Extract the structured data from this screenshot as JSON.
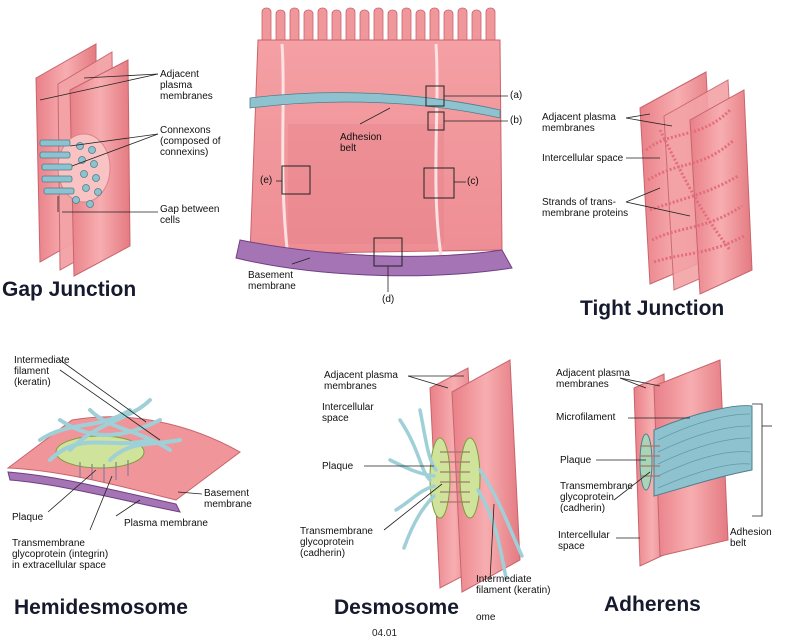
{
  "colors": {
    "membrane": "#f0969a",
    "membrane_dark": "#c9646c",
    "protein": "#8fc2cf",
    "plaque": "#cfe39a",
    "basement": "#a474b4",
    "title": "#151a2c"
  },
  "titles": {
    "gap": "Gap Junction",
    "tight": "Tight Junction",
    "hemi": "Hemidesmosome",
    "desmo": "Desmosome",
    "adherens": "Adherens"
  },
  "figure_number": "04.01",
  "gap_junction": {
    "adjacent_membranes": "Adjacent\nplasma\nmembranes",
    "connexons": "Connexons\n(composed of\nconnexins)",
    "gap": "Gap between\ncells"
  },
  "cell": {
    "adhesion_belt": "Adhesion\nbelt",
    "basement_membrane": "Basement\nmembrane",
    "ref_a": "(a)",
    "ref_b": "(b)",
    "ref_c": "(c)",
    "ref_d": "(d)",
    "ref_e": "(e)"
  },
  "tight_junction": {
    "adjacent_membranes": "Adjacent plasma\nmembranes",
    "intercellular_space": "Intercellular space",
    "strands": "Strands of trans-\nmembrane proteins"
  },
  "hemidesmosome": {
    "intermediate_filament": "Intermediate\nfilament\n(keratin)",
    "basement_membrane": "Basement\nmembrane",
    "plaque": "Plaque",
    "plasma_membrane": "Plasma membrane",
    "transmembrane": "Transmembrane\nglycoprotein (integrin)\nin extracellular space"
  },
  "desmosome": {
    "adjacent_membranes": "Adjacent plasma\nmembranes",
    "intercellular_space": "Intercellular\nspace",
    "plaque": "Plaque",
    "transmembrane": "Transmembrane\nglycoprotein\n(cadherin)",
    "intermediate_filament": "Intermediate\nfilament (keratin)",
    "fragment": "ome"
  },
  "adherens": {
    "adjacent_membranes": "Adjacent plasma\nmembranes",
    "microfilament": "Microfilament",
    "plaque": "Plaque",
    "transmembrane": "Transmembrane\nglycoprotein\n(cadherin)",
    "intercellular_space": "Intercellular\nspace",
    "adhesion_belt": "Adhesion\nbelt"
  }
}
